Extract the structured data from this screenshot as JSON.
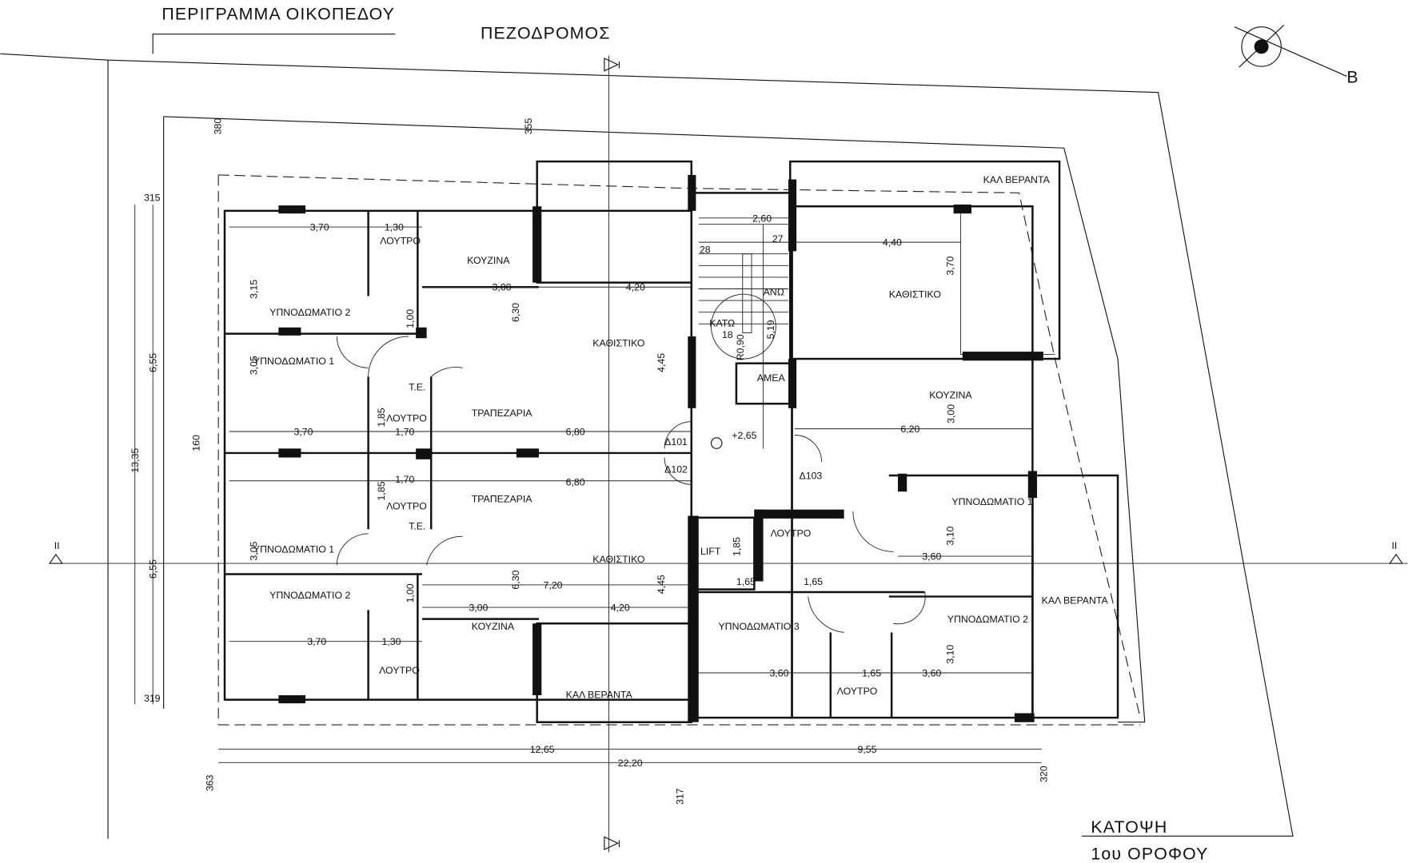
{
  "title": {
    "plot_outline": "ΠΕΡΙΓΡΑΜΜΑ ΟΙΚΟΠΕΔΟΥ",
    "sidewalk": "ΠΕΖΟΔΡΟΜΟΣ",
    "north": "Β",
    "plan_title": "ΚΑΤΟΨΗ",
    "plan_floor": "1ου ΟΡΟΦΟΥ"
  },
  "sections": {
    "top": "I",
    "bottom": "I",
    "left": "II",
    "right": "II"
  },
  "rooms": [
    "ΥΠΝΟΔΩΜΑΤΙΟ 2",
    "ΥΠΝΟΔΩΜΑΤΙΟ 1",
    "ΚΟΥΖΙΝΑ",
    "ΚΑΘΙΣΤΙΚΟ",
    "ΤΡΑΠΕΖΑΡΙΑ",
    "Τ.Ε.",
    "ΛΟΥΤΡΟ",
    "ΛΟΥΤΡΟ",
    "ΛΟΥΤΡΟ",
    "Τ.Ε.",
    "ΥΠΝΟΔΩΜΑΤΙΟ 1",
    "ΤΡΑΠΕΖΑΡΙΑ",
    "ΚΑΘΙΣΤΙΚΟ",
    "ΥΠΝΟΔΩΜΑΤΙΟ 2",
    "ΚΟΥΖΙΝΑ",
    "ΛΟΥΤΡΟ",
    "ΚΑΛ ΒΕΡΑΝΤΑ",
    "ΚΑΛ ΒΕΡΑΝΤΑ",
    "ΚΑΘΙΣΤΙΚΟ",
    "ΚΟΥΖΙΝΑ",
    "ΥΠΝΟΔΩΜΑΤΙΟ 1",
    "ΚΑΛ ΒΕΡΑΝΤΑ",
    "ΥΠΝΟΔΩΜΑΤΙΟ 2",
    "ΥΠΝΟΔΩΜΑΤΙΟ 3",
    "ΛΟΥΤΡΟ",
    "ΛΟΥΤΡΟ",
    "LIFT",
    "ΑΜΕΑ",
    "ΑΝΩ",
    "ΚΑΤΩ"
  ],
  "markers": {
    "level": "+2,65",
    "door_101": "Δ101",
    "door_102": "Δ102",
    "door_103": "Δ103",
    "steps_28": "28",
    "steps_27": "27",
    "steps_18": "18",
    "steps_19": "5,19",
    "radius": "R0,90"
  },
  "dimensions_h": [
    "3,70",
    "1,30",
    "3,00",
    "4,20",
    "3,70",
    "1,70",
    "6,80",
    "1,70",
    "6,80",
    "7,20",
    "3,00",
    "4,20",
    "3,70",
    "1,30",
    "2,60",
    "4,40",
    "6,20",
    "3,60",
    "1,65",
    "1,65",
    "3,60",
    "1,65",
    "3,60",
    "12,65",
    "9,55",
    "22,20"
  ],
  "dimensions_v": [
    "3,15",
    "1,00",
    "3,05",
    "1,85",
    "6,30",
    "4,45",
    "1,85",
    "3,05",
    "1,00",
    "6,30",
    "4,45",
    "3,70",
    "3,00",
    "3,10",
    "3,10",
    "1,85",
    "6,55",
    "6,55",
    "13,35",
    "315",
    "319",
    "160",
    "380",
    "355",
    "363",
    "317",
    "320"
  ]
}
